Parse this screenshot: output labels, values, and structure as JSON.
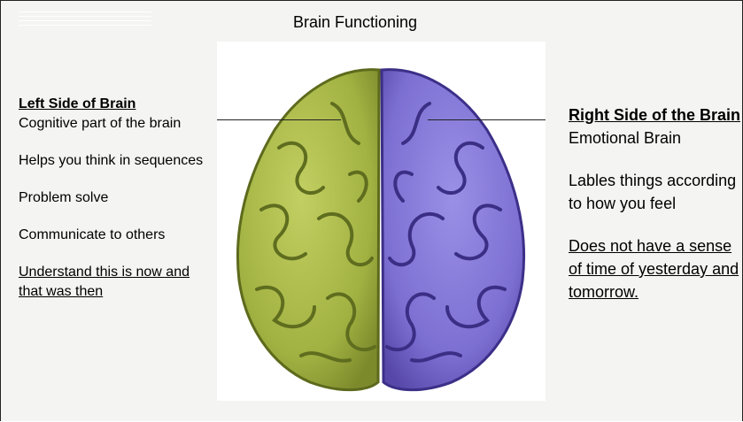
{
  "title": "Brain Functioning",
  "left": {
    "heading": "Left Side of Brain",
    "line1": "Cognitive part of the brain",
    "line2": "Helps you think in sequences",
    "line3": "Problem solve",
    "line4": "Communicate to others",
    "line5": "Understand this is now and that was then"
  },
  "right": {
    "heading": "Right Side of the Brain",
    "line1": "Emotional Brain",
    "line2": "Lables things according to how you feel",
    "line3": "Does not have a sense of time of yesterday and tomorrow."
  },
  "colors": {
    "left_hemisphere": "#a9b84a",
    "right_hemisphere": "#8378d6"
  }
}
